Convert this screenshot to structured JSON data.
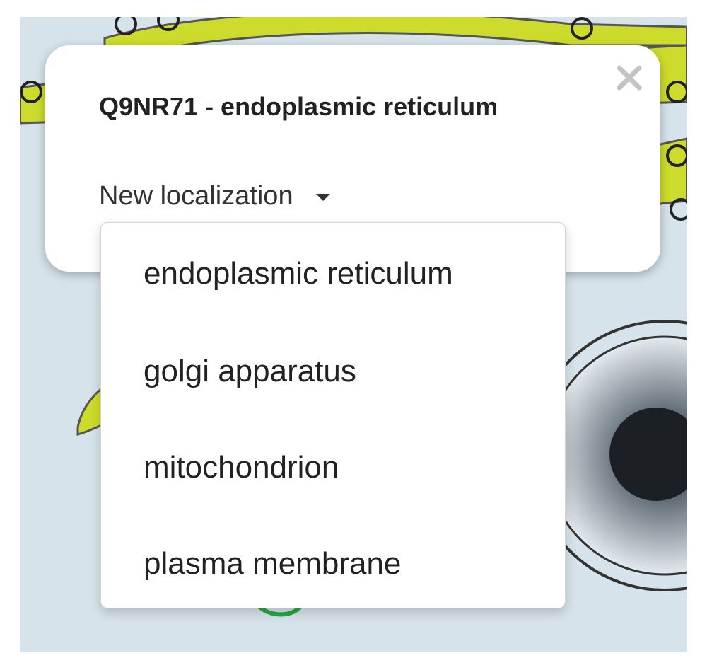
{
  "popup": {
    "title": "Q9NR71 - endoplasmic reticulum",
    "dropdown_label": "New localization"
  },
  "icons": {
    "close": "close-icon",
    "dropdown_caret": "caret-down-icon"
  },
  "dropdown": {
    "options": [
      "endoplasmic reticulum",
      "golgi apparatus",
      "mitochondrion",
      "plasma membrane"
    ]
  },
  "colors": {
    "background_canvas": "#d6e3ea",
    "organelle_fill": "#cddc2c",
    "nucleus": "#1c2024",
    "vesicle_stroke": "#27a844"
  }
}
